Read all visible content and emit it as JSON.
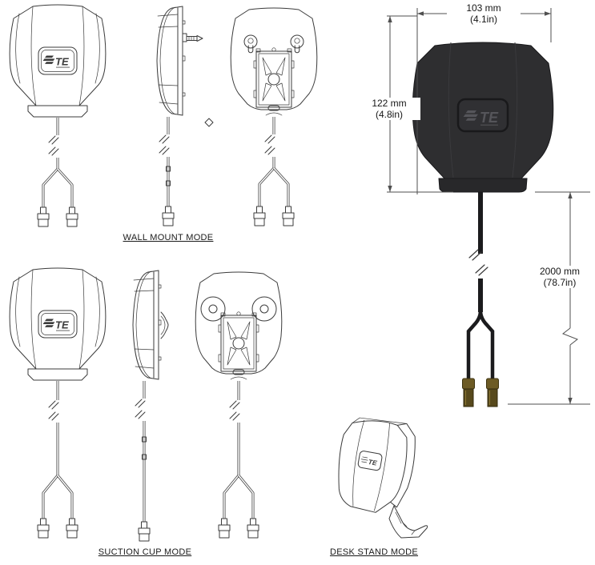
{
  "modes": {
    "wall": {
      "label": "WALL MOUNT MODE"
    },
    "suction": {
      "label": "SUCTION CUP MODE"
    },
    "desk": {
      "label": "DESK STAND MODE"
    }
  },
  "dimensions": {
    "width": {
      "mm": "103 mm",
      "in": "(4.1in)"
    },
    "height": {
      "mm": "122 mm",
      "in": "(4.8in)"
    },
    "cable": {
      "mm": "2000 mm",
      "in": "(78.7in)"
    }
  },
  "logo": {
    "text": "TE"
  },
  "colors": {
    "line": "#3b3b3b",
    "dim_line": "#4f4f4f",
    "body_fill": "#2e2e30",
    "body_band": "#28282a",
    "brass": "#6d5b25",
    "brass_dark": "#57491c"
  }
}
